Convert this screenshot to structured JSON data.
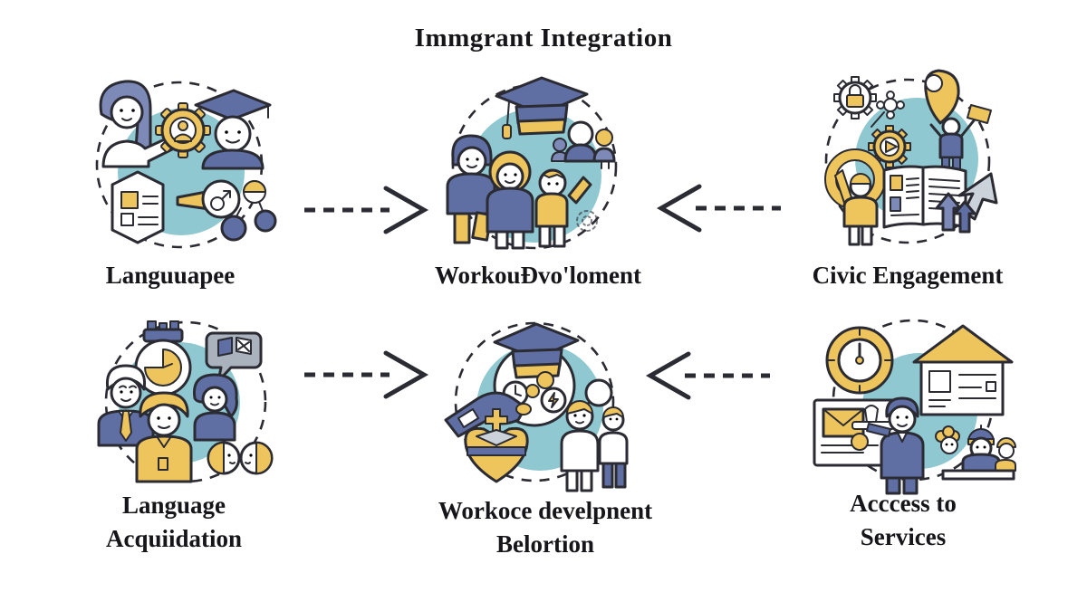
{
  "title": "Immgrant Integration",
  "colors": {
    "bg": "#ffffff",
    "text": "#15151a",
    "ink": "#2b2b33",
    "teal": "#8fc8d0",
    "slate": "#5f6fa3",
    "slateLight": "#7d8ab8",
    "gold": "#eec45c",
    "gray": "#a9b2bd",
    "grayLight": "#ccd2d9"
  },
  "cells": [
    {
      "id": "language-learning",
      "icon": "woman-gear-graduate-illustration",
      "lines": [
        "Languuapee"
      ]
    },
    {
      "id": "family-education",
      "icon": "graduation-family-illustration",
      "lines": [
        "WorkouĐvo'loment"
      ]
    },
    {
      "id": "civic-engagement",
      "icon": "civic-engagement-illustration",
      "lines": [
        "Civic Engagement"
      ]
    },
    {
      "id": "language-acquisition",
      "icon": "conversation-group-illustration",
      "lines": [
        "Language",
        "Acquiidation"
      ]
    },
    {
      "id": "workforce-development",
      "icon": "graduate-savings-illustration",
      "lines": [
        "Workoce develpnent",
        "Belortion"
      ]
    },
    {
      "id": "access-to-services",
      "icon": "clock-house-services-illustration",
      "lines": [
        "Acccess to",
        "Services"
      ]
    }
  ],
  "arrows": [
    {
      "direction": "right",
      "position": "top-left"
    },
    {
      "direction": "left",
      "position": "top-right"
    },
    {
      "direction": "right",
      "position": "bottom-left"
    },
    {
      "direction": "left",
      "position": "bottom-right"
    }
  ]
}
